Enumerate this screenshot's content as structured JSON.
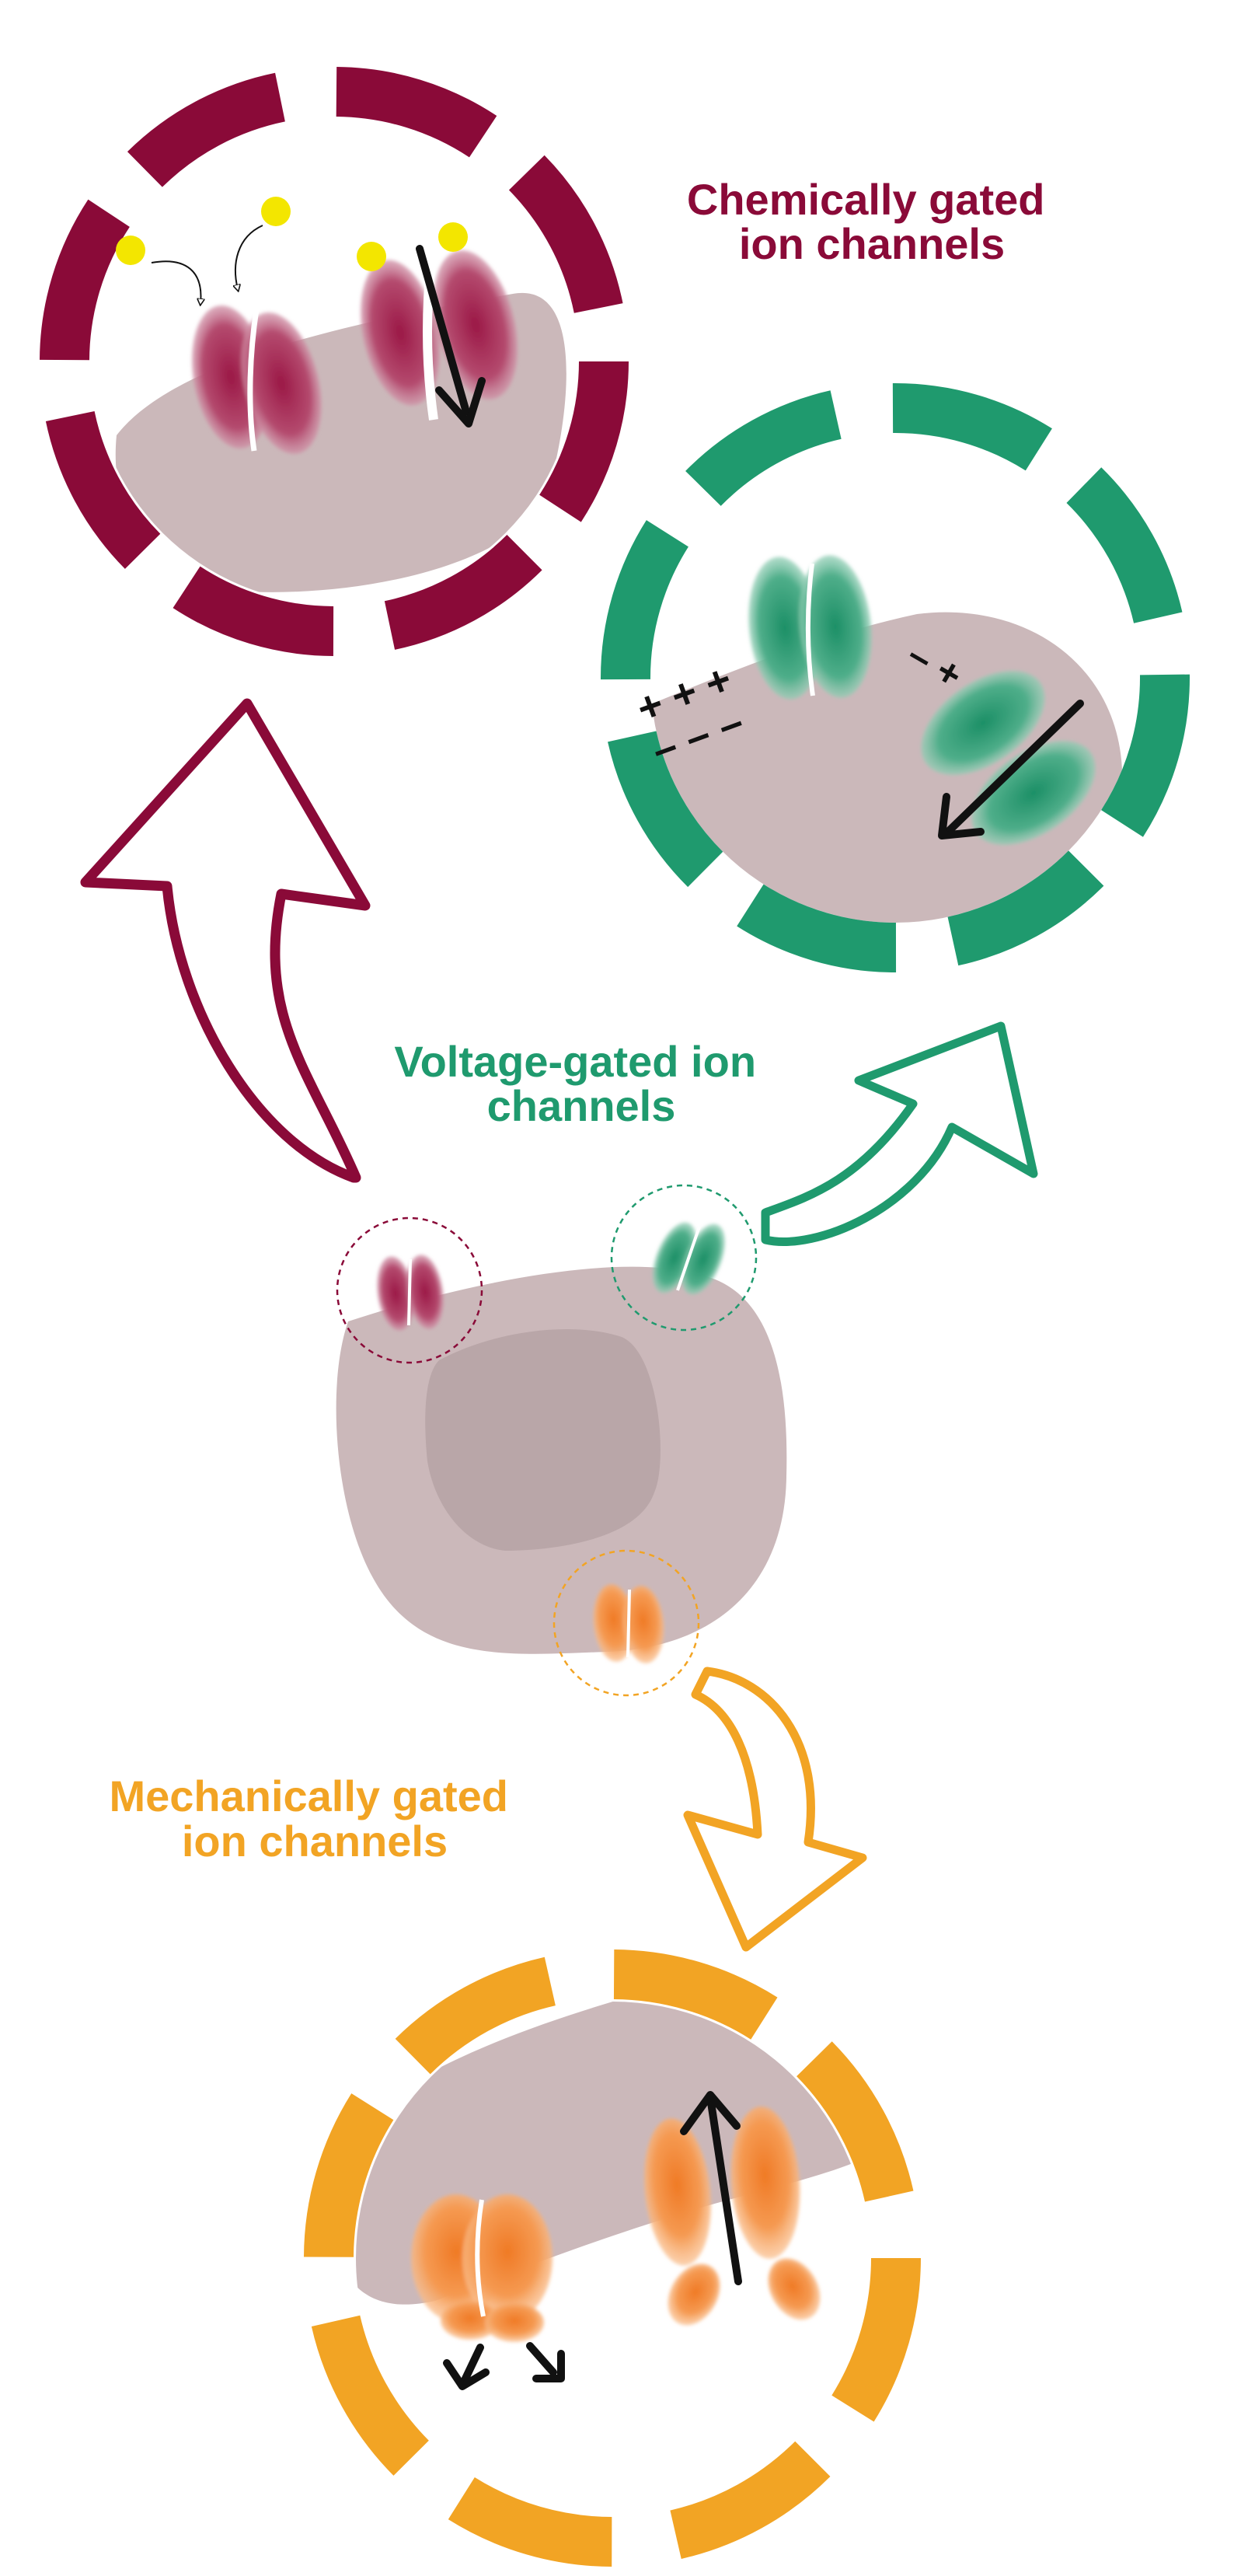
{
  "labels": {
    "chemical": [
      "Chemically gated",
      "ion channels"
    ],
    "voltage": [
      "Voltage-gated ion",
      "channels"
    ],
    "mechanical": [
      "Mechanically gated",
      "ion channels"
    ],
    "charges_left_top": "+ + +",
    "charges_left_bottom": "– – –",
    "charges_right": "– +"
  },
  "colors": {
    "chemical": "#8a0a38",
    "voltage": "#1f9a6e",
    "mechanical": "#f2a424",
    "cell": "#cbb8ba",
    "nucleus": "#b9a6a8",
    "ligand": "#f3e600",
    "arrow": "#111111"
  }
}
